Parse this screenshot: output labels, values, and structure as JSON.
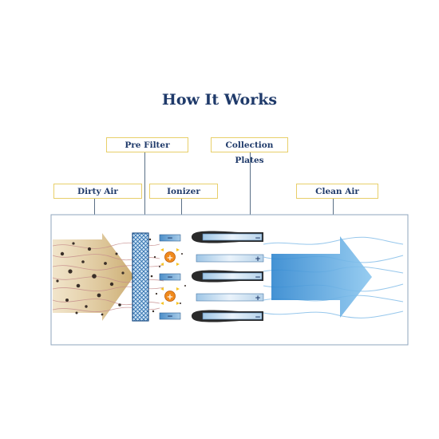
{
  "title": "How It Works",
  "labels": {
    "pre_filter": "Pre Filter",
    "collection_plates": "Collection Plates",
    "dirty_air": "Dirty Air",
    "ionizer": "Ionizer",
    "clean_air": "Clean Air"
  },
  "symbols": {
    "plus": "+",
    "minus": "−"
  },
  "colors": {
    "title": "#1f3a6a",
    "label_border": "#e8cf6a",
    "dirty_air": "#c9a86a",
    "clean_air": "#4aa0dc",
    "filter_mesh": "#3a7fc0",
    "ion_orange": "#f08a1c"
  }
}
